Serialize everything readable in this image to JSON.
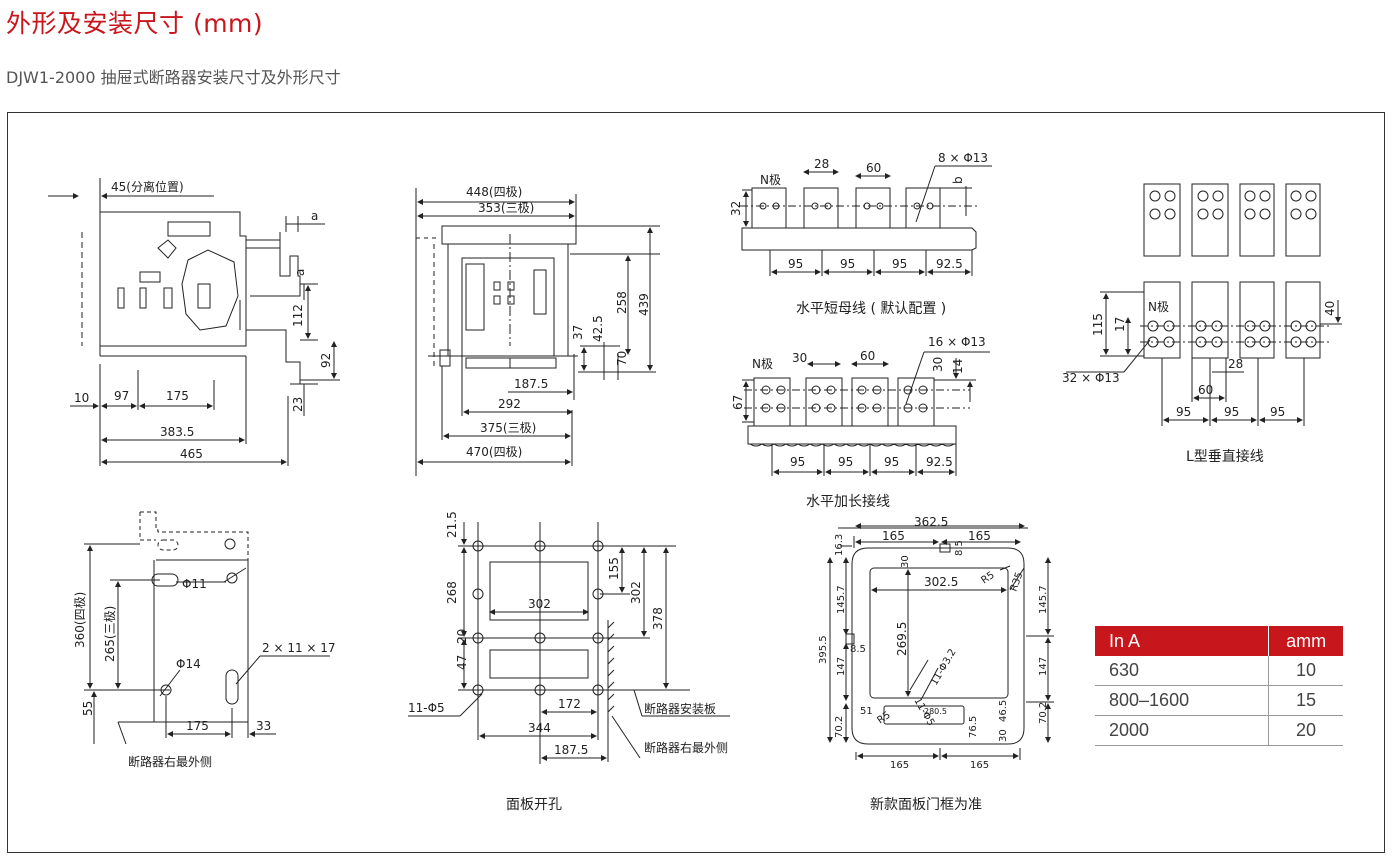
{
  "title": "外形及安装尺寸 (mm)",
  "subtitle": "DJW1-2000 抽屉式断路器安装尺寸及外形尺寸",
  "accent_color": "#c8161d",
  "view1": {
    "d1": "45(分离位置)",
    "d2": "a",
    "d3": "a",
    "d4": "112",
    "d5": "92",
    "d6": "23",
    "d7": "10",
    "d8": "97",
    "d9": "175",
    "d10": "383.5",
    "d11": "465"
  },
  "view2": {
    "d1": "448(四极)",
    "d2": "353(三极)",
    "d3": "258",
    "d4": "439",
    "d5": "37",
    "d6": "42.5",
    "d7": "70",
    "d8": "187.5",
    "d9": "292",
    "d10": "375(三极)",
    "d11": "470(四极)"
  },
  "view3": {
    "label_n": "N极",
    "d1": "28",
    "d2": "60",
    "d3": "8 × Φ13",
    "d4": "b",
    "d5": "32",
    "d6": "95",
    "d7": "95",
    "d8": "95",
    "d9": "92.5",
    "caption": "水平短母线 ( 默认配置 )"
  },
  "view4": {
    "label_n": "N极",
    "d1": "30",
    "d2": "60",
    "d3": "16 × Φ13",
    "d4": "30",
    "d5": "14",
    "d6": "67",
    "d7": "95",
    "d8": "95",
    "d9": "95",
    "d10": "92.5",
    "caption": "水平加长接线"
  },
  "view5": {
    "label_n": "N极",
    "d1": "115",
    "d2": "17",
    "d3": "40",
    "d4": "32 × Φ13",
    "d5": "28",
    "d6": "60",
    "d7": "95",
    "d8": "95",
    "d9": "95",
    "caption": "L型垂直接线"
  },
  "view6": {
    "d1": "360(四极)",
    "d2": "265(三极)",
    "d3": "Φ11",
    "d4": "Φ14",
    "d5": "2 × 11 × 17",
    "d6": "55",
    "d7": "175",
    "d8": "33",
    "label": "断路器右最外侧"
  },
  "view7": {
    "d1": "21.5",
    "d2": "268",
    "d3": "20",
    "d4": "47",
    "d5": "302",
    "d6": "155",
    "d7": "302",
    "d8": "378",
    "d9": "11-Φ5",
    "d10": "172",
    "d11": "344",
    "d12": "187.5",
    "label1": "断路器安装板",
    "label2": "断路器右最外侧",
    "caption": "面板开孔"
  },
  "view8": {
    "d1": "362.5",
    "d2": "165",
    "d3": "165",
    "d4": "16.3",
    "d5": "30",
    "d6": "8.5",
    "d7": "302.5",
    "d8": "R5",
    "d9": "R35",
    "d10": "145.7",
    "d11": "145.7",
    "d12": "8.5",
    "d13": "395.5",
    "d14": "147",
    "d15": "147",
    "d16": "269.5",
    "d17": "11-Φ3.2",
    "d18": "11-Φ5",
    "d19": "51",
    "d20": "280.5",
    "d21": "70.2",
    "d22": "70.2",
    "d23": "R5",
    "d24": "76.5",
    "d25": "30",
    "d26": "46.5",
    "d27": "165",
    "d28": "165",
    "caption": "新款面板门框为准"
  },
  "table": {
    "headers": [
      "In A",
      "amm"
    ],
    "rows": [
      [
        "630",
        "10"
      ],
      [
        "800–1600",
        "15"
      ],
      [
        "2000",
        "20"
      ]
    ]
  }
}
